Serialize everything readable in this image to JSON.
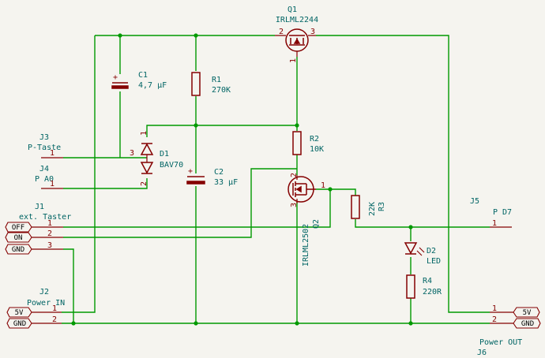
{
  "components": {
    "q1": {
      "ref": "Q1",
      "value": "IRLML2244",
      "pin_left": "2",
      "pin_right": "3",
      "pin_bottom": "1"
    },
    "c1": {
      "ref": "C1",
      "value": "4,7 µF",
      "plus": "+"
    },
    "r1": {
      "ref": "R1",
      "value": "270K"
    },
    "c2": {
      "ref": "C2",
      "value": "33 µF",
      "plus": "+"
    },
    "r2": {
      "ref": "R2",
      "value": "10K"
    },
    "d1": {
      "ref": "D1",
      "value": "BAV70",
      "pin_common": "3",
      "pin_top": "1",
      "pin_bottom": "2"
    },
    "q2": {
      "ref": "Q2",
      "value": "IRLML2502",
      "pin_top": "2",
      "pin_left": "1",
      "pin_bottom": "3"
    },
    "r3": {
      "ref": "R3",
      "value": "22K"
    },
    "d2": {
      "ref": "D2",
      "value": "LED"
    },
    "r4": {
      "ref": "R4",
      "value": "220R"
    }
  },
  "connectors": {
    "j1": {
      "ref": "J1",
      "name": "ext. Taster",
      "pins": [
        {
          "num": "1",
          "label": "OFF"
        },
        {
          "num": "2",
          "label": "ON"
        },
        {
          "num": "3",
          "label": "GND"
        }
      ]
    },
    "j2": {
      "ref": "J2",
      "name": "Power IN",
      "pins": [
        {
          "num": "1",
          "label": "5V"
        },
        {
          "num": "2",
          "label": "GND"
        }
      ]
    },
    "j3": {
      "ref": "J3",
      "name": "P-Taste",
      "pin": "1"
    },
    "j4": {
      "ref": "J4",
      "name": "P A0",
      "pin": "1"
    },
    "j5": {
      "ref": "J5",
      "name": "P D7",
      "pin": "1"
    },
    "j6": {
      "ref": "J6",
      "name": "Power OUT",
      "pins": [
        {
          "num": "1",
          "label": "5V"
        },
        {
          "num": "2",
          "label": "GND"
        }
      ]
    }
  },
  "colors": {
    "wire": "#009900",
    "symbol": "#840000",
    "text": "#006464",
    "background": "#f5f4ef"
  }
}
